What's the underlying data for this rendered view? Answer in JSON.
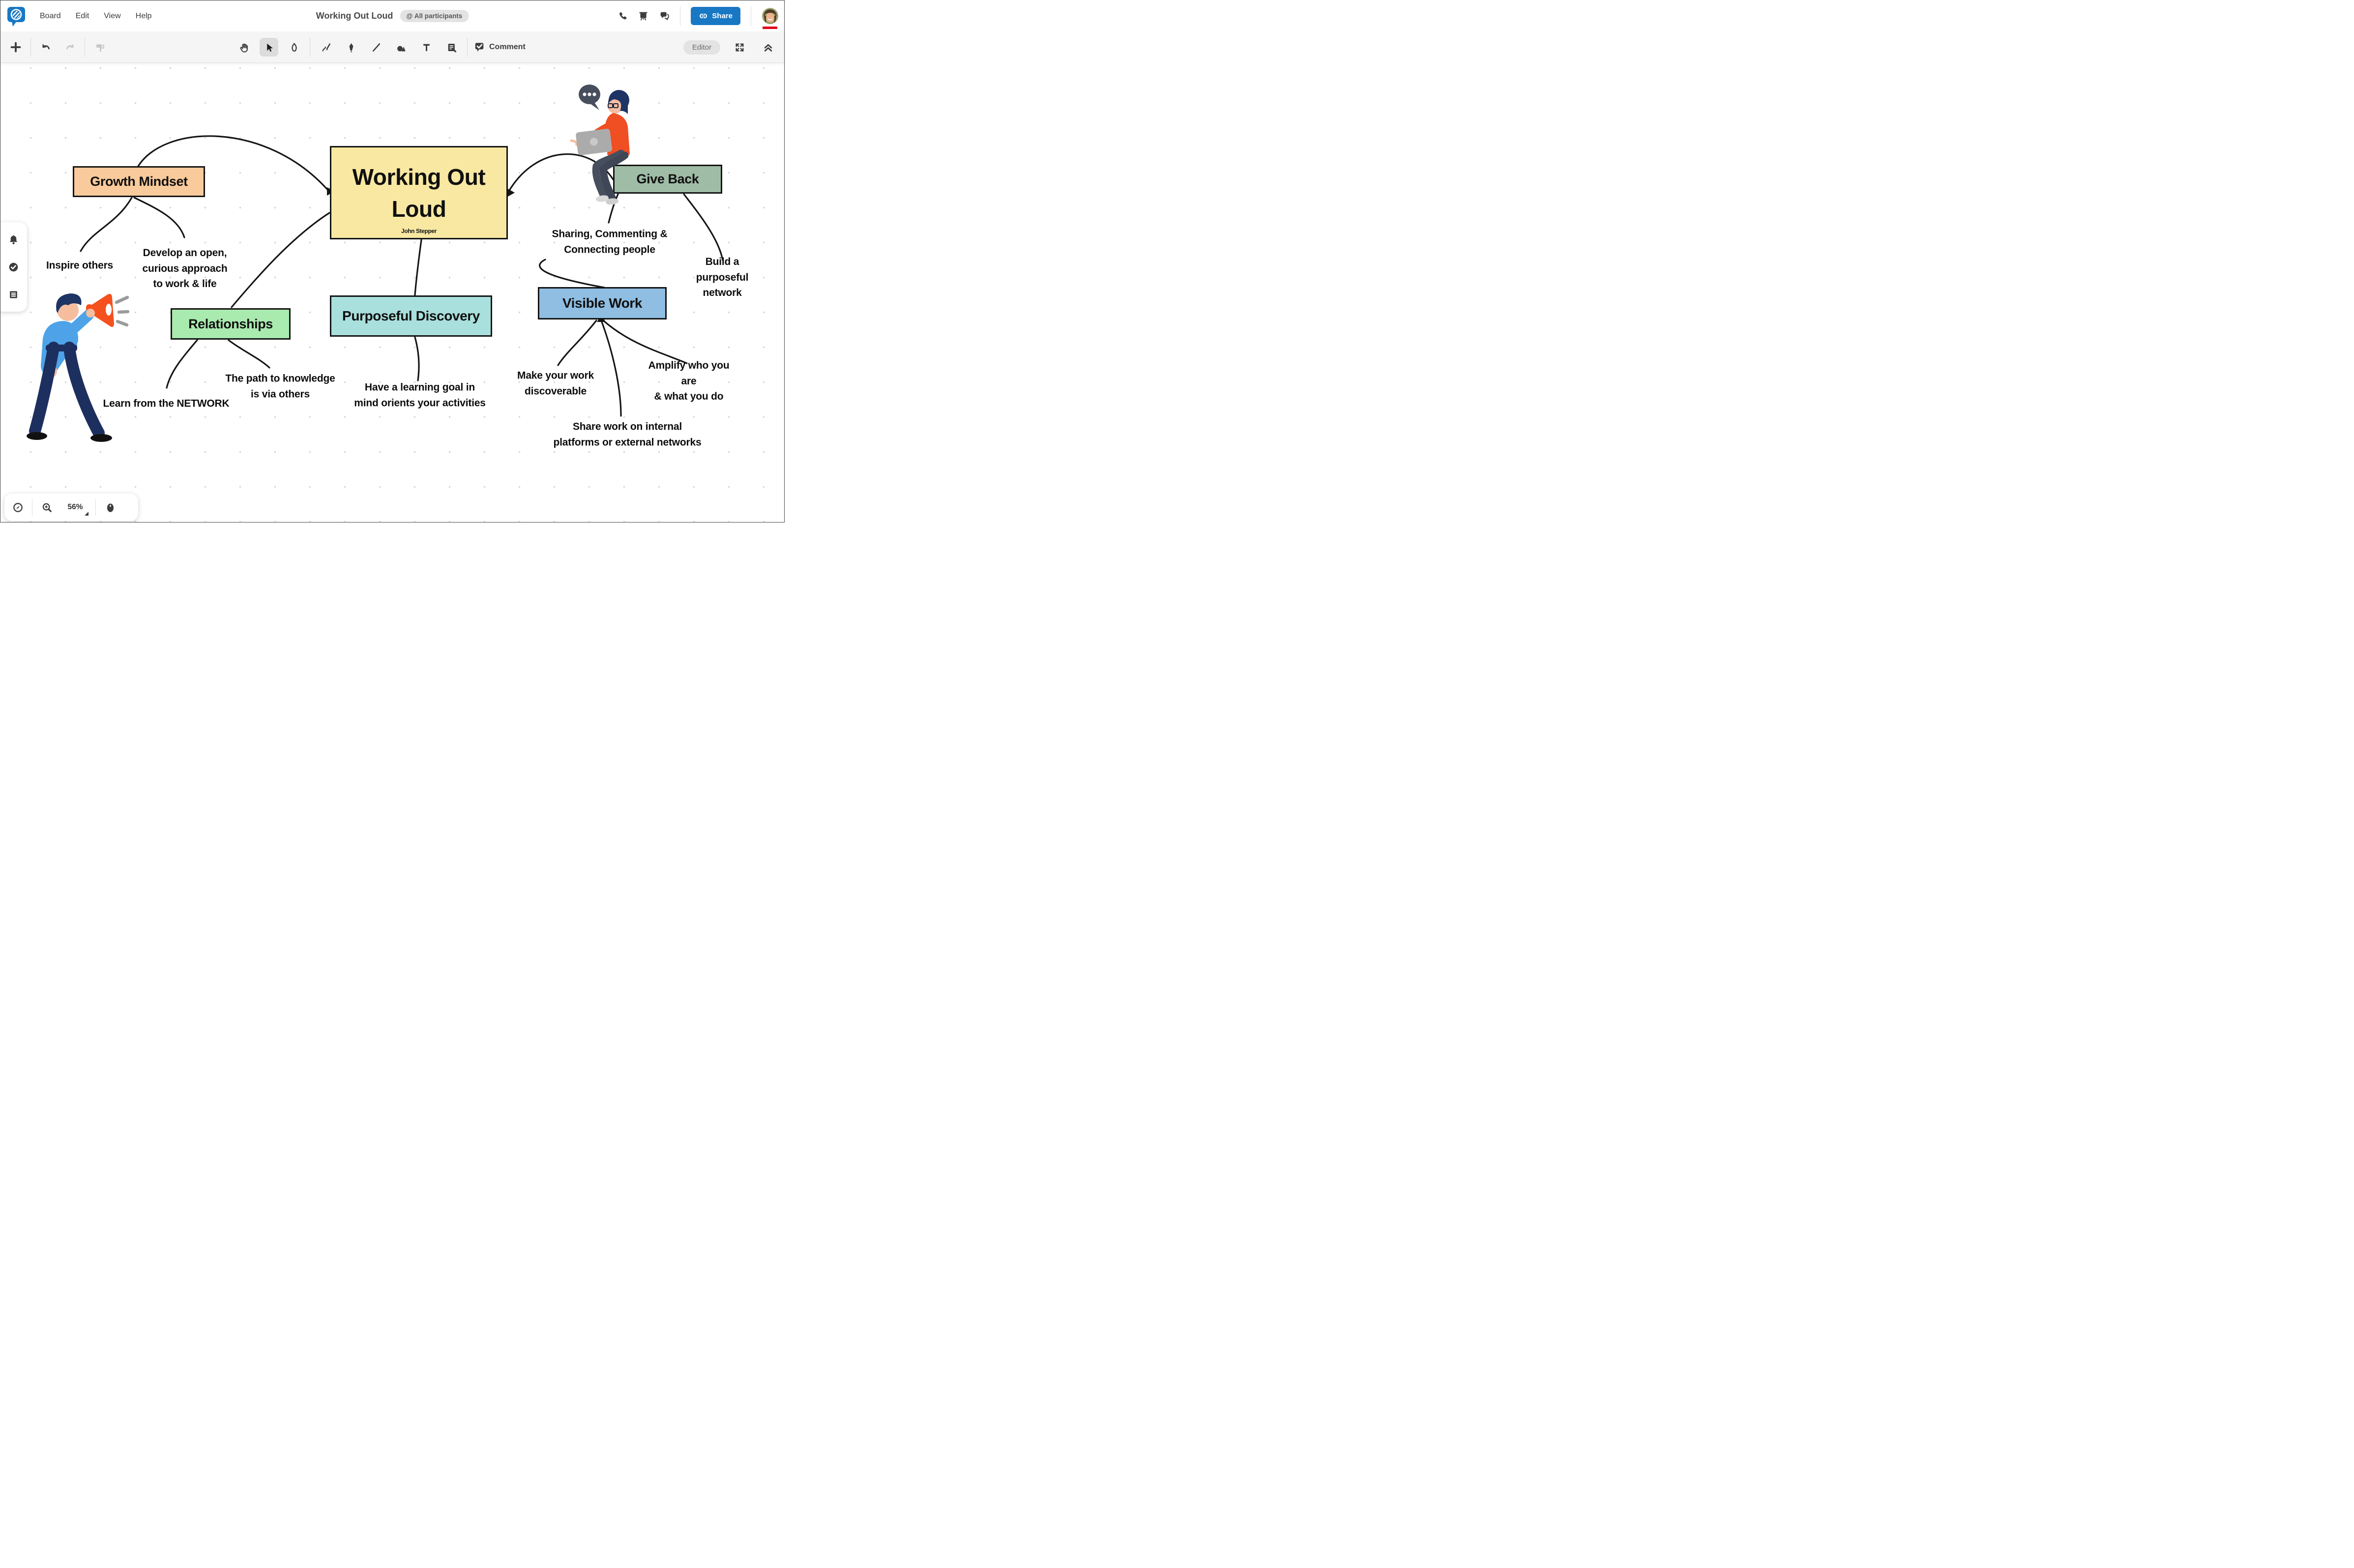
{
  "header": {
    "menus": [
      {
        "label": "Board"
      },
      {
        "label": "Edit"
      },
      {
        "label": "View"
      },
      {
        "label": "Help"
      }
    ],
    "board_title": "Working Out Loud",
    "participants_badge": "@ All participants",
    "share_button": "Share"
  },
  "toolbar": {
    "comment_label": "Comment",
    "role_badge": "Editor"
  },
  "bottom_bar": {
    "zoom_level": "56%"
  },
  "mindmap": {
    "center": {
      "label": "Working Out Loud",
      "author": "John Stepper"
    },
    "nodes": [
      {
        "id": "growth-mindset",
        "label": "Growth Mindset"
      },
      {
        "id": "relationships",
        "label": "Relationships"
      },
      {
        "id": "purposeful-discovery",
        "label": "Purposeful Discovery"
      },
      {
        "id": "visible-work",
        "label": "Visible Work"
      },
      {
        "id": "give-back",
        "label": "Give Back"
      }
    ],
    "notes": [
      {
        "text": "Inspire others"
      },
      {
        "text": "Develop an open,\ncurious approach\nto work & life"
      },
      {
        "text": "Learn from the NETWORK"
      },
      {
        "text": "The path to knowledge\nis via others"
      },
      {
        "text": "Have a learning goal in\nmind orients your activities"
      },
      {
        "text": "Sharing, Commenting &\nConnecting people"
      },
      {
        "text": "Build a purposeful\nnetwork"
      },
      {
        "text": "Make your work\ndiscoverable"
      },
      {
        "text": "Amplify who you are\n& what you do"
      },
      {
        "text": "Share work on internal\nplatforms or external networks"
      }
    ]
  },
  "colors": {
    "brand_blue": "#1878C4",
    "center_node": "#F9E8A2",
    "growth_mindset": "#F9CA9B",
    "relationships": "#A9EAAF",
    "purposeful_discovery": "#A9DFDC",
    "visible_work": "#8FBEE2",
    "give_back": "#9FBCA6",
    "presence_red": "#E2001A"
  }
}
